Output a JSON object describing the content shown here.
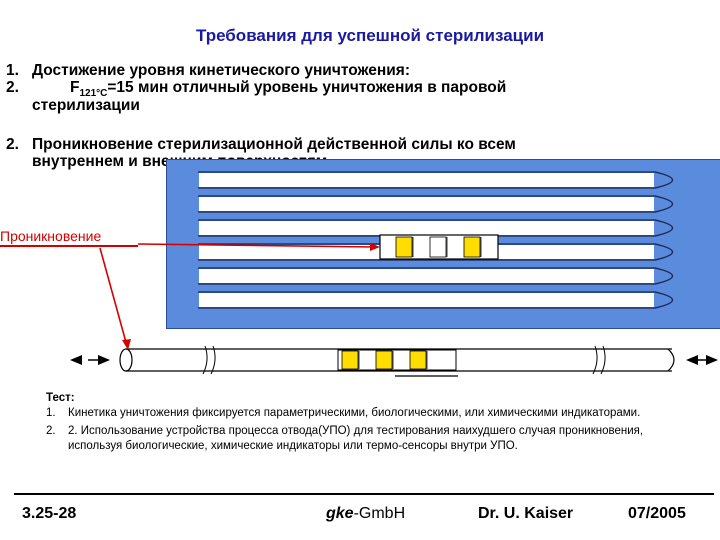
{
  "title": "Требования для успешной стерилизации",
  "requirements": [
    {
      "number": "1.",
      "text": "Достижение уровня кинетического уничтожения:"
    },
    {
      "number": "2.",
      "f_symbol": "F",
      "f_subscript": "121°C",
      "text": "=15 мин отличный уровень уничтожения в паровой",
      "continuation": "стерилизации"
    }
  ],
  "penetration_req": {
    "number": "2.",
    "line1": "Проникновение стерилизационной действенной силы ко всем",
    "line2": "внутреннем и внешним поверхностям"
  },
  "penetration_label": "Проникновение",
  "test": {
    "heading": "Тест:",
    "items": [
      {
        "number": "1.",
        "text": "Кинетика уничтожения фиксируется параметрическими, биологическими, или химическими индикаторами."
      },
      {
        "number": "2.",
        "text": "2. Использование устройства процесса отвода(УПО) для тестирования наихудшего случая проникновения, используя биологические, химические индикаторы или термо-сенсоры внутри УПО."
      }
    ]
  },
  "footer": {
    "slide_number": "3.25-28",
    "company_italic": "gke",
    "company_rest": "-GmbH",
    "author": "Dr. U. Kaiser",
    "date": "07/2005"
  },
  "colors": {
    "title": "#1a1aa0",
    "panel": "#5b8bdc",
    "indicator": "#ffdd00",
    "arrow": "#d40000"
  }
}
